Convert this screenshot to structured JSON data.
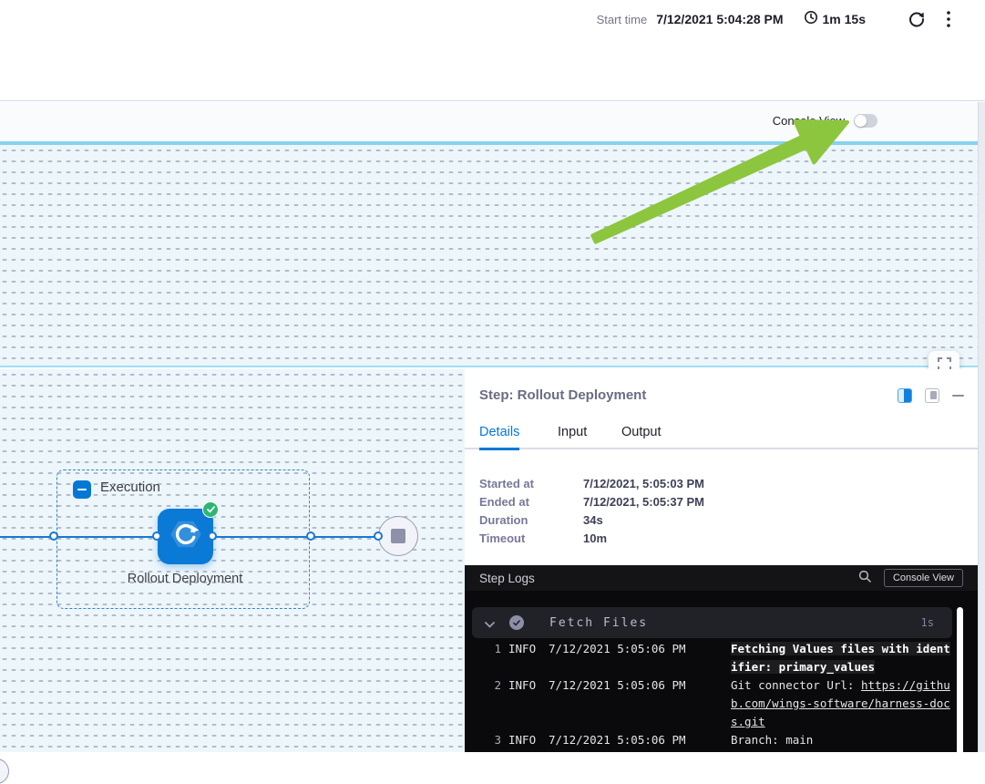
{
  "colors": {
    "accent_blue": "#0278d5",
    "success_green": "#2bb671",
    "arrow_green": "#8cc63e",
    "canvas_line_blue": "#86d2f1"
  },
  "top_bar": {
    "start_time_label": "Start time",
    "start_time_value": "7/12/2021 5:04:28 PM",
    "elapsed": "1m 15s"
  },
  "toolbar": {
    "console_view_label": "Console View",
    "console_view_state": "off"
  },
  "canvas": {
    "group_label": "Execution",
    "node_label": "Rollout Deployment"
  },
  "panel": {
    "title": "Step: Rollout Deployment",
    "tabs": {
      "details": "Details",
      "input": "Input",
      "output": "Output"
    },
    "active_tab": "Details",
    "details_rows": [
      {
        "label": "Started at",
        "value": "7/12/2021, 5:05:03 PM"
      },
      {
        "label": "Ended at",
        "value": "7/12/2021, 5:05:37 PM"
      },
      {
        "label": "Duration",
        "value": "34s"
      },
      {
        "label": "Timeout",
        "value": "10m"
      }
    ]
  },
  "logs": {
    "title": "Step Logs",
    "console_view_button_label": "Console View",
    "section": {
      "name": "Fetch Files",
      "duration": "1s"
    },
    "lines": [
      {
        "num": "1",
        "level": "INFO",
        "time": "7/12/2021 5:05:06 PM",
        "message": "Fetching Values files with identifier: primary_values"
      },
      {
        "num": "2",
        "level": "INFO",
        "time": "7/12/2021 5:05:06 PM",
        "message_prefix": "Git connector Url: ",
        "link": "https://github.com/wings-software/harness-docs.git"
      },
      {
        "num": "3",
        "level": "INFO",
        "time": "7/12/2021 5:05:06 PM",
        "message": "Branch: main"
      }
    ]
  }
}
